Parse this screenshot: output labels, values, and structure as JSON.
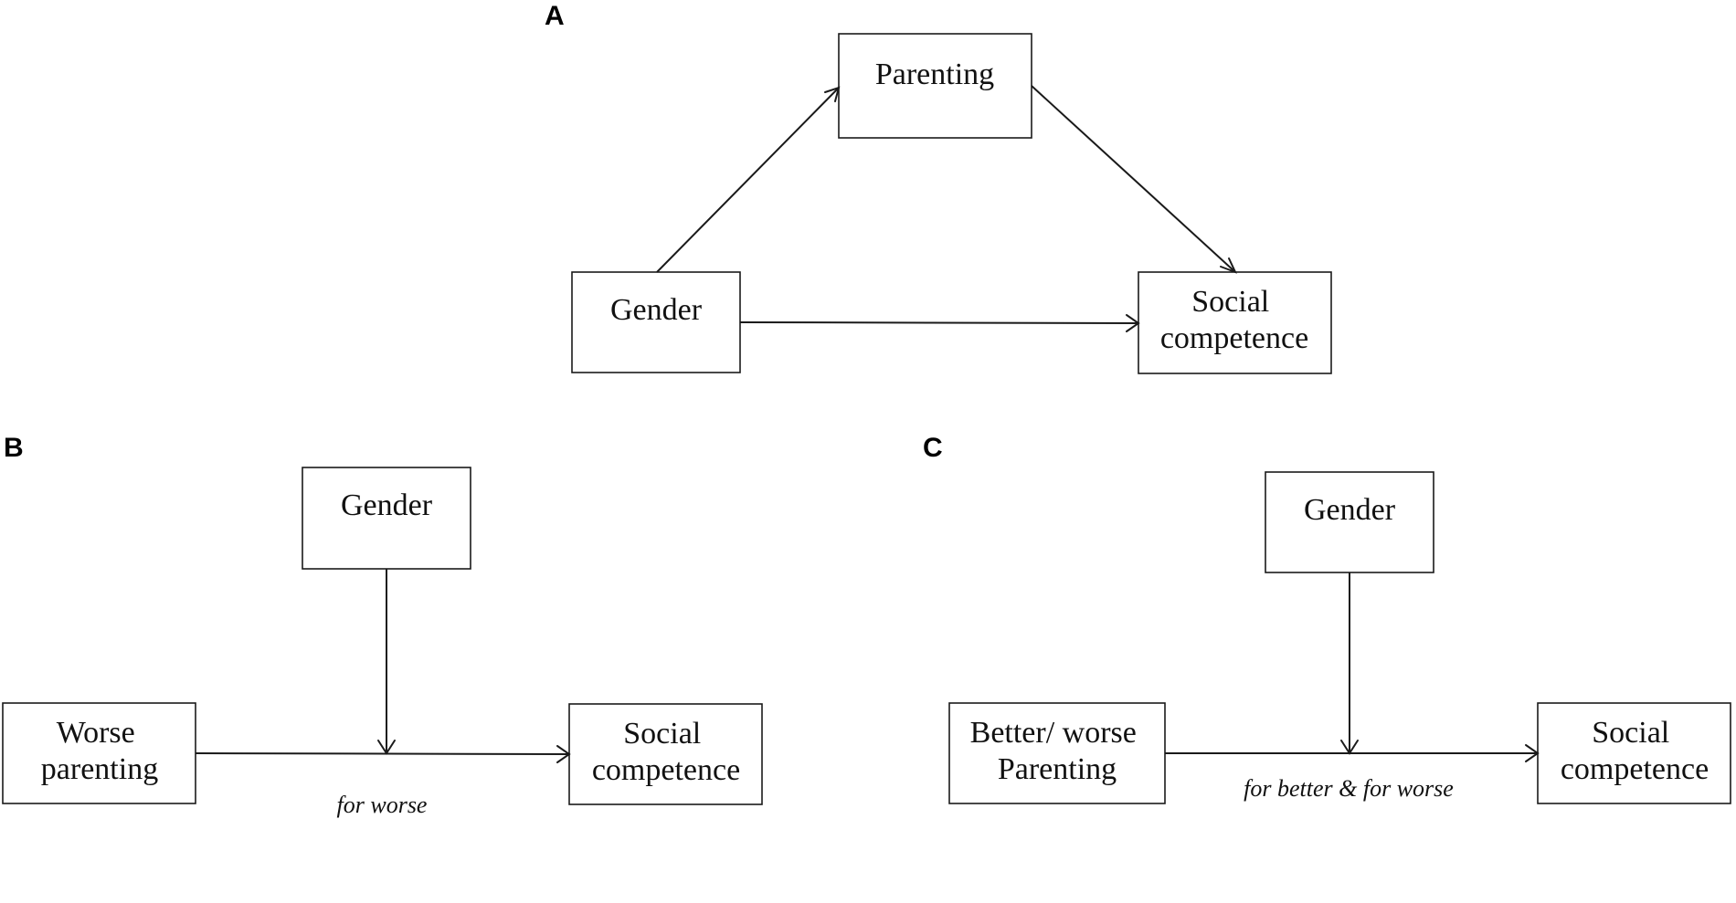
{
  "panels": {
    "a": {
      "label": "A",
      "nodes": {
        "parenting": {
          "lines": [
            "Parenting"
          ]
        },
        "gender": {
          "lines": [
            "Gender"
          ]
        },
        "social": {
          "lines": [
            "Social",
            "competence"
          ]
        }
      }
    },
    "b": {
      "label": "B",
      "nodes": {
        "gender": {
          "lines": [
            "Gender"
          ]
        },
        "parenting": {
          "lines": [
            "Worse",
            "parenting"
          ]
        },
        "social": {
          "lines": [
            "Social",
            "competence"
          ]
        }
      },
      "edge_label": "for worse"
    },
    "c": {
      "label": "C",
      "nodes": {
        "gender": {
          "lines": [
            "Gender"
          ]
        },
        "parenting": {
          "lines": [
            "Better/ worse",
            "Parenting"
          ]
        },
        "social": {
          "lines": [
            "Social",
            "competence"
          ]
        }
      },
      "edge_label": "for better & for worse"
    }
  }
}
